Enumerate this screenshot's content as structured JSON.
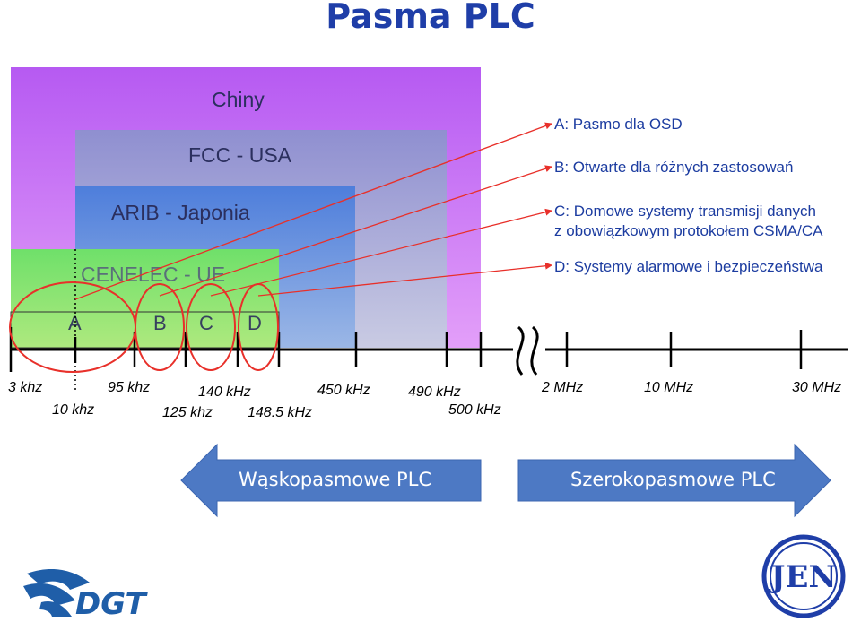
{
  "title": "Pasma PLC",
  "regions": [
    {
      "label": "Chiny",
      "color": "#d16ef5"
    },
    {
      "label": "FCC - USA",
      "color": "#a7a3d4"
    },
    {
      "label": "ARIB - Japonia",
      "color": "#6f97dc"
    },
    {
      "label": "CENELEC - UE",
      "color": "#7ede7a"
    }
  ],
  "segments": [
    "A",
    "B",
    "C",
    "D"
  ],
  "categories": {
    "a": "A: Pasmo dla OSD",
    "b": "B: Otwarte dla różnych zastosowań",
    "c1": "C: Domowe systemy transmisji danych",
    "c2": "z obowiązkowym protokołem CSMA/CA",
    "d": "D: Systemy alarmowe i bezpieczeństwa"
  },
  "frequencies_top": [
    "3 khz",
    "95 khz",
    "140 kHz",
    "450 kHz",
    "490 kHz",
    "2 MHz",
    "10 MHz",
    "30 MHz"
  ],
  "frequencies_bottom": [
    "10 khz",
    "125 khz",
    "148.5 kHz",
    "500 kHz"
  ],
  "arrows": {
    "narrow": "Wąskopasmowe PLC",
    "wide": "Szerokopasmowe PLC"
  },
  "logos": {
    "left": "DGT",
    "right": "JEN"
  },
  "colors": {
    "title": "#1f3ea8",
    "arrow": "#4d79c4",
    "connector": "#e8302a"
  }
}
